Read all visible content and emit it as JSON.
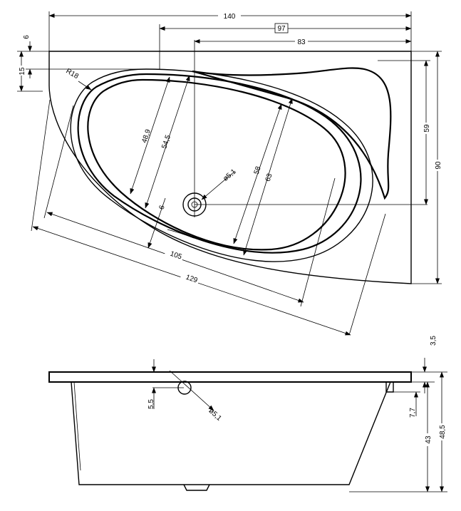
{
  "plan_view": {
    "dim_width_total": "140",
    "dim_width_boxed": "97",
    "dim_width_drain": "83",
    "dim_top_small": "6",
    "dim_top_rim": "15",
    "dim_radius": "R18",
    "dim_inner_depth_a": "48,9",
    "dim_inner_depth_b": "54,5",
    "dim_drain_diameter": "ø5,1",
    "dim_basin_a": "58",
    "dim_basin_b": "63",
    "dim_right_drain": "59",
    "dim_right_total": "90",
    "dim_rim_gap": "6",
    "dim_inner_length": "105",
    "dim_outer_length": "129"
  },
  "side_view": {
    "dim_top": "3,5",
    "dim_overflow_height": "5,5",
    "dim_overflow_diameter": "ø5,1",
    "dim_small_right": "7,7",
    "dim_depth": "43",
    "dim_total_height": "48,5"
  }
}
